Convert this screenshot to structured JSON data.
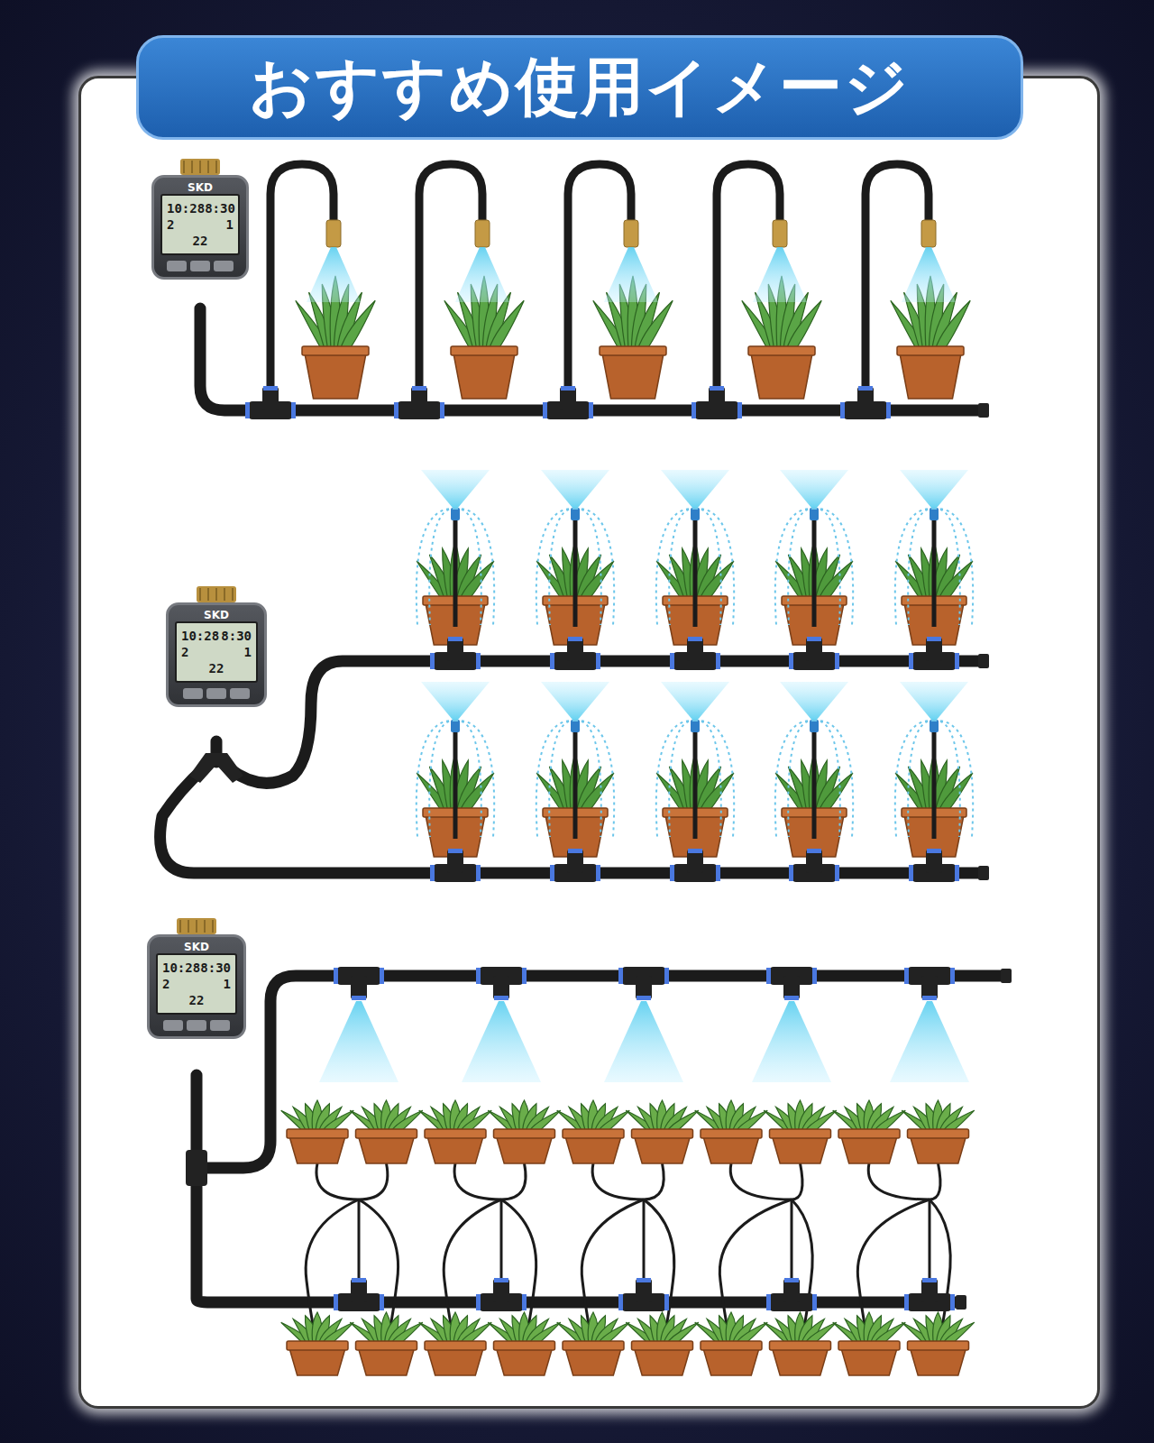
{
  "diagram": {
    "title": "おすすめ使用イメージ",
    "nodes": [
      {
        "text": [
          "SKD",
          "10:28",
          "8:30",
          "2",
          "1",
          "22"
        ]
      },
      {
        "text": [
          "SKD",
          "10:28",
          "8:30",
          "2",
          "1",
          "22"
        ]
      },
      {
        "text": [
          "SKD",
          "10:28",
          "8:30",
          "2",
          "1",
          "22"
        ]
      }
    ]
  }
}
